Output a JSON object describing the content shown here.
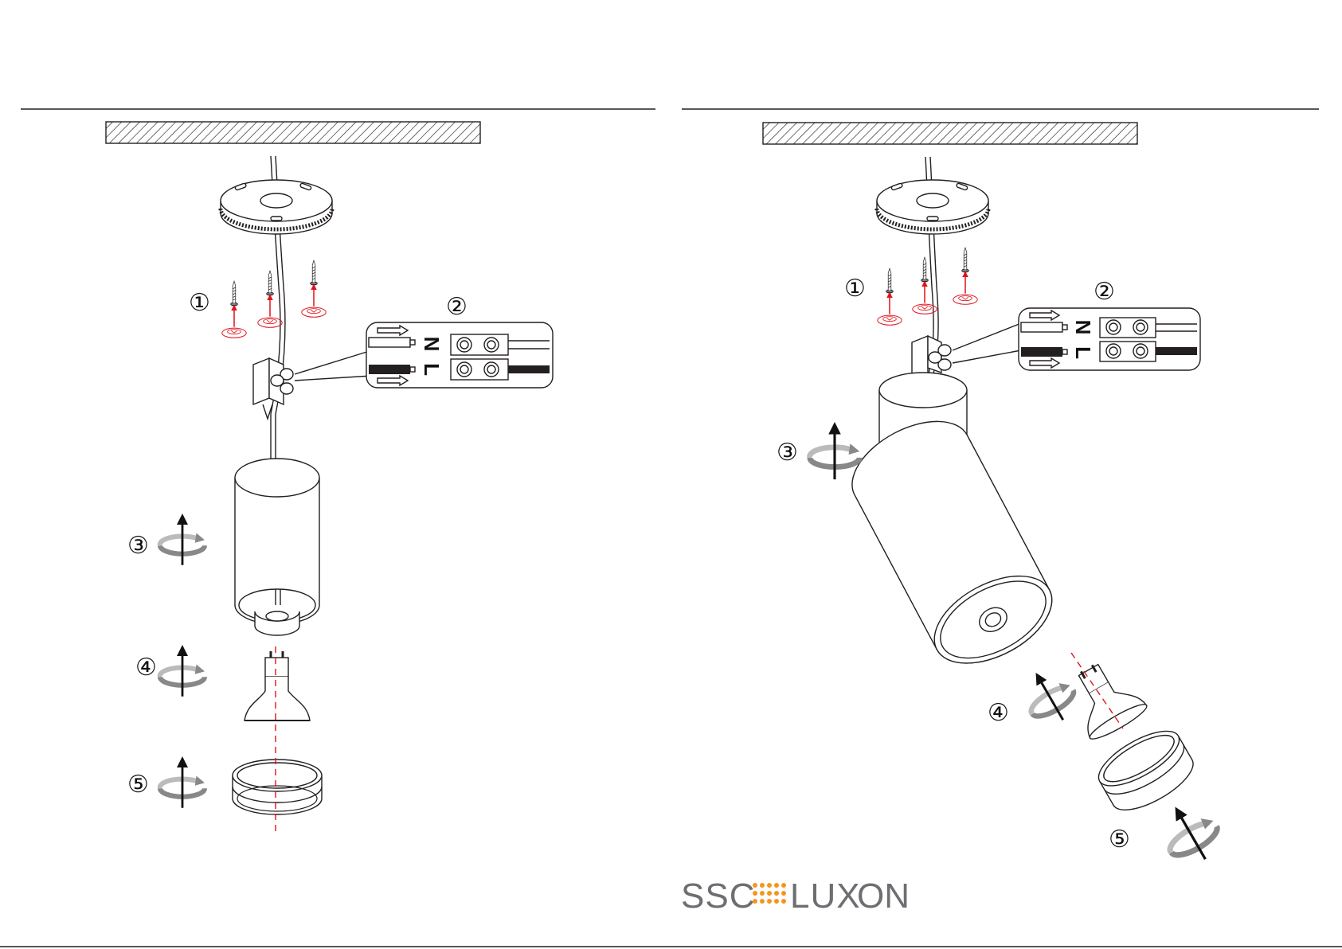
{
  "left_figure": {
    "steps": [
      "①",
      "②",
      "③",
      "④",
      "⑤"
    ],
    "terminal": {
      "n_label": "N",
      "l_label": "L"
    }
  },
  "right_figure": {
    "steps": [
      "①",
      "②",
      "③",
      "④",
      "⑤"
    ],
    "terminal": {
      "n_label": "N",
      "l_label": "L"
    }
  },
  "brand": {
    "part1": "SSC",
    "part2": "LUX",
    "part3": "ON"
  },
  "colors": {
    "arrow_red": "#e0121b",
    "line": "#231f20",
    "brand_gray": "#6d6e71",
    "brand_orange": "#f7941d"
  },
  "icons": [
    "ceiling-plate-icon",
    "screw-icon",
    "wall-plug-icon",
    "terminal-block-icon",
    "rotate-arrow-icon",
    "gu10-bulb-icon",
    "lamp-body-icon",
    "front-ring-icon"
  ]
}
